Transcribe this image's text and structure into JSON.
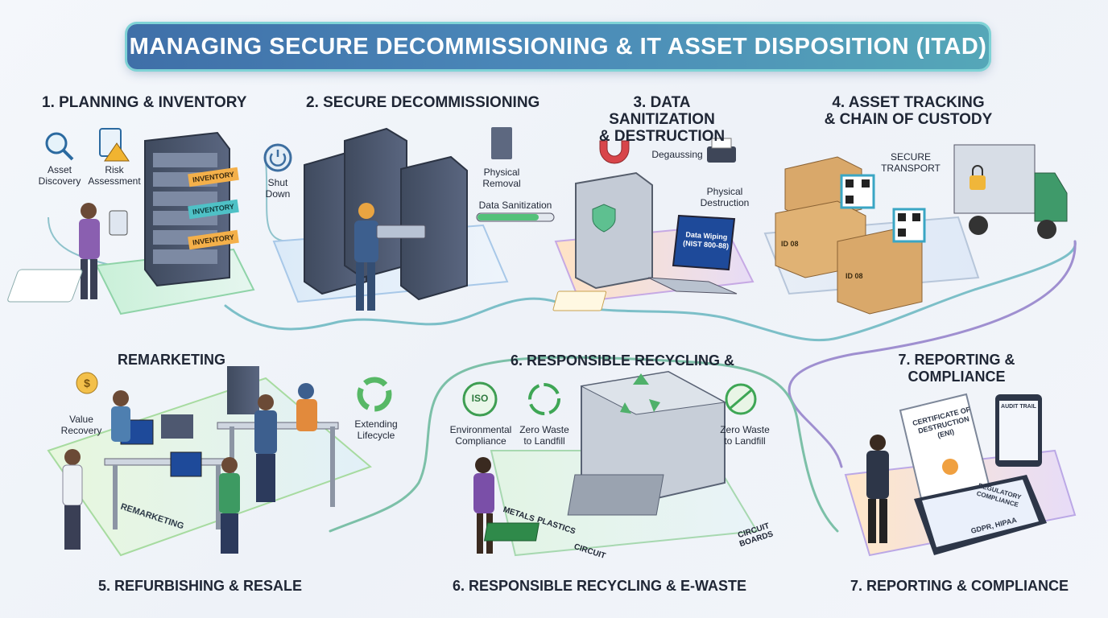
{
  "title": "MANAGING SECURE DECOMMISSIONING & IT ASSET DISPOSITION (ITAD)",
  "steps": {
    "s1": {
      "title": "1. PLANNING & INVENTORY",
      "asset_discovery": "Asset\nDiscovery",
      "risk_assessment": "Risk\nAssessment",
      "tags": [
        "INVENTORY",
        "INVENTORY",
        "INVENTORY"
      ]
    },
    "s2": {
      "title": "2. SECURE DECOMMISSIONING",
      "shut_down": "Shut\nDown",
      "physical_removal": "Physical\nRemoval",
      "data_sanitization": "Data Sanitization"
    },
    "s3": {
      "title_line1": "3. DATA SANITIZATION",
      "title_line2": "& DESTRUCTION",
      "degaussing": "Degaussing",
      "physical_destruction": "Physical\nDestruction",
      "screen_text_line1": "Data Wiping",
      "screen_text_line2": "(NIST 800-88)"
    },
    "s4": {
      "title_line1": "4. ASSET TRACKING",
      "title_line2": "& CHAIN OF CUSTODY",
      "secure_transport": "SECURE\nTRANSPORT",
      "box_label": "ID 08"
    },
    "s5": {
      "header": "REMARKETING",
      "title": "5. REFURBISHING & RESALE",
      "value_recovery": "Value\nRecovery",
      "extending_lifecycle": "Extending\nLifecycle",
      "platform_label": "REMARKETING"
    },
    "s6": {
      "header": "6. RESPONSIBLE RECYCLING &",
      "title": "6. RESPONSIBLE RECYCLING & E-WASTE",
      "environmental_compliance": "Environmental\nCompliance",
      "zero_waste_1": "Zero Waste\nto Landfill",
      "zero_waste_2": "Zero Waste\nto Landfill",
      "iso": "ISO",
      "metals": "METALS",
      "plastics": "PLASTICS",
      "circuit": "CIRCUIT",
      "circuit_boards": "CIRCUIT\nBOARDS"
    },
    "s7": {
      "header_line1": "7. REPORTING &",
      "header_line2": "COMPLIANCE",
      "title": "7. REPORTING & COMPLIANCE",
      "certificate": "CERTIFICATE OF\nDESTRUCTION\n(ENI)",
      "audit_trail": "AUDIT TRAIL",
      "regulatory": "REGULATORY\nCOMPLIANCE",
      "regs": "GDPR, HIPAA"
    }
  },
  "colors": {
    "banner_start": "#3f6fa8",
    "banner_end": "#55a7b8",
    "banner_glow": "#7fd3d6",
    "path": "#5fa8b4",
    "accent_orange": "#f2a043"
  }
}
